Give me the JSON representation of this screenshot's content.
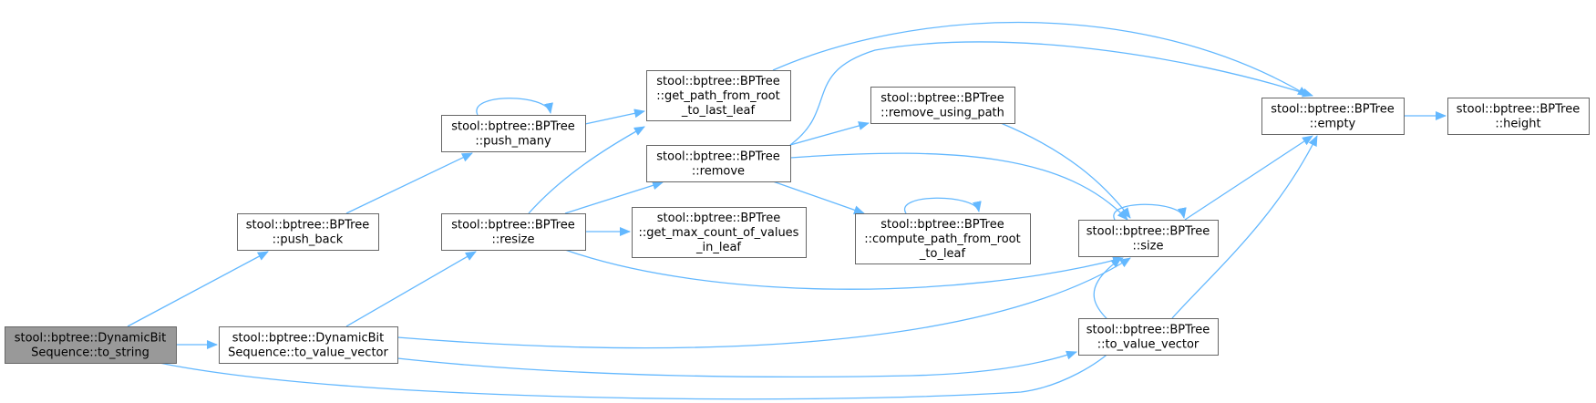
{
  "colors": {
    "edge": "#63b8ff",
    "node_border": "#666666",
    "node_fill": "#ffffff",
    "root_fill": "#999999"
  },
  "nodes": [
    {
      "id": "to_string",
      "lines": [
        "stool::bptree::DynamicBit",
        "Sequence::to_string"
      ],
      "root": true
    },
    {
      "id": "push_back",
      "lines": [
        "stool::bptree::BPTree",
        "::push_back"
      ]
    },
    {
      "id": "dyn_to_value_vector",
      "lines": [
        "stool::bptree::DynamicBit",
        "Sequence::to_value_vector"
      ]
    },
    {
      "id": "push_many",
      "lines": [
        "stool::bptree::BPTree",
        "::push_many"
      ]
    },
    {
      "id": "resize",
      "lines": [
        "stool::bptree::BPTree",
        "::resize"
      ]
    },
    {
      "id": "get_path",
      "lines": [
        "stool::bptree::BPTree",
        "::get_path_from_root",
        "_to_last_leaf"
      ]
    },
    {
      "id": "remove",
      "lines": [
        "stool::bptree::BPTree",
        "::remove"
      ]
    },
    {
      "id": "get_max_count",
      "lines": [
        "stool::bptree::BPTree",
        "::get_max_count_of_values",
        "_in_leaf"
      ]
    },
    {
      "id": "remove_using_path",
      "lines": [
        "stool::bptree::BPTree",
        "::remove_using_path"
      ]
    },
    {
      "id": "compute_path",
      "lines": [
        "stool::bptree::BPTree",
        "::compute_path_from_root",
        "_to_leaf"
      ]
    },
    {
      "id": "empty",
      "lines": [
        "stool::bptree::BPTree",
        "::empty"
      ]
    },
    {
      "id": "size",
      "lines": [
        "stool::bptree::BPTree",
        "::size"
      ]
    },
    {
      "id": "bp_to_value_vector",
      "lines": [
        "stool::bptree::BPTree",
        "::to_value_vector"
      ]
    },
    {
      "id": "height",
      "lines": [
        "stool::bptree::BPTree",
        "::height"
      ]
    }
  ],
  "edges": [
    {
      "from": "to_string",
      "to": "push_back"
    },
    {
      "from": "to_string",
      "to": "dyn_to_value_vector"
    },
    {
      "from": "to_string",
      "to": "size"
    },
    {
      "from": "push_back",
      "to": "push_many"
    },
    {
      "from": "push_many",
      "to": "push_many"
    },
    {
      "from": "push_many",
      "to": "get_path"
    },
    {
      "from": "dyn_to_value_vector",
      "to": "resize"
    },
    {
      "from": "dyn_to_value_vector",
      "to": "size"
    },
    {
      "from": "dyn_to_value_vector",
      "to": "bp_to_value_vector"
    },
    {
      "from": "resize",
      "to": "get_path"
    },
    {
      "from": "resize",
      "to": "remove"
    },
    {
      "from": "resize",
      "to": "get_max_count"
    },
    {
      "from": "resize",
      "to": "size"
    },
    {
      "from": "get_path",
      "to": "empty"
    },
    {
      "from": "remove",
      "to": "empty"
    },
    {
      "from": "remove",
      "to": "remove_using_path"
    },
    {
      "from": "remove",
      "to": "compute_path"
    },
    {
      "from": "remove",
      "to": "size"
    },
    {
      "from": "compute_path",
      "to": "compute_path"
    },
    {
      "from": "remove_using_path",
      "to": "size"
    },
    {
      "from": "size",
      "to": "size"
    },
    {
      "from": "size",
      "to": "empty"
    },
    {
      "from": "bp_to_value_vector",
      "to": "empty"
    },
    {
      "from": "empty",
      "to": "height"
    }
  ]
}
